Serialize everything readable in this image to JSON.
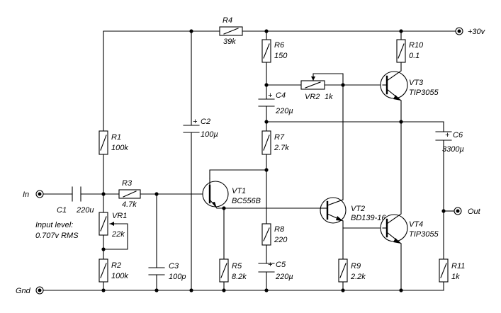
{
  "terminals": {
    "in": "In",
    "gnd": "Gnd",
    "out": "Out",
    "supply": "+30v"
  },
  "note": {
    "line1": "Input level:",
    "line2": "0.707v RMS"
  },
  "resistors": [
    {
      "ref": "R1",
      "value": "100k"
    },
    {
      "ref": "R2",
      "value": "100k"
    },
    {
      "ref": "R3",
      "value": "4.7k"
    },
    {
      "ref": "R4",
      "value": "39k"
    },
    {
      "ref": "R5",
      "value": "8.2k"
    },
    {
      "ref": "R6",
      "value": "150"
    },
    {
      "ref": "R7",
      "value": "2.7k"
    },
    {
      "ref": "R8",
      "value": "220"
    },
    {
      "ref": "R9",
      "value": "2.2k"
    },
    {
      "ref": "R10",
      "value": "0.1"
    },
    {
      "ref": "R11",
      "value": "1k"
    }
  ],
  "capacitors": [
    {
      "ref": "C1",
      "value": "220u"
    },
    {
      "ref": "C2",
      "value": "100µ"
    },
    {
      "ref": "C3",
      "value": "100p"
    },
    {
      "ref": "C4",
      "value": "220µ"
    },
    {
      "ref": "C5",
      "value": "220µ"
    },
    {
      "ref": "C6",
      "value": "3300µ"
    }
  ],
  "pots": [
    {
      "ref": "VR1",
      "value": "22k"
    },
    {
      "ref": "VR2",
      "value": "1k"
    }
  ],
  "transistors": [
    {
      "ref": "VT1",
      "type": "BC556B"
    },
    {
      "ref": "VT2",
      "type": "BD139-16"
    },
    {
      "ref": "VT3",
      "type": "TIP3055"
    },
    {
      "ref": "VT4",
      "type": "TIP3055"
    }
  ],
  "polarity_mark": "+"
}
